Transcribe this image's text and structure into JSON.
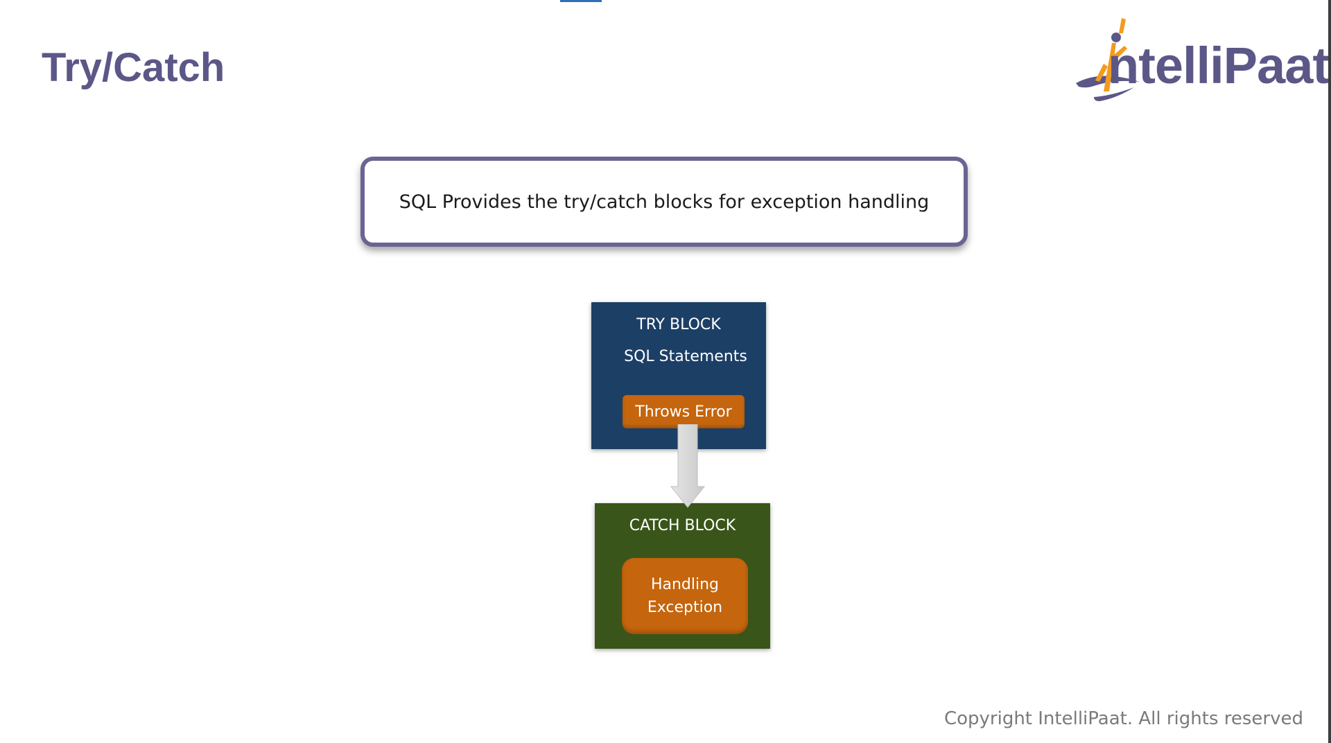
{
  "slide": {
    "title": "Try/Catch",
    "intro": "SQL Provides the try/catch blocks for exception handling"
  },
  "logo": {
    "text": "ntelliPaat",
    "brand_color": "#5b5787",
    "accent_color": "#f39a1f"
  },
  "diagram": {
    "try_block": {
      "title": "TRY BLOCK",
      "statements": "SQL Statements",
      "error_label": "Throws Error",
      "color": "#1c3f66"
    },
    "catch_block": {
      "title": "CATCH BLOCK",
      "handling_line1": "Handling",
      "handling_line2": "Exception",
      "color": "#3a5519"
    },
    "pill_color": "#c5650e",
    "arrow_color": "#d9d9d9"
  },
  "footer": {
    "copyright": "Copyright IntelliPaat. All rights reserved"
  }
}
